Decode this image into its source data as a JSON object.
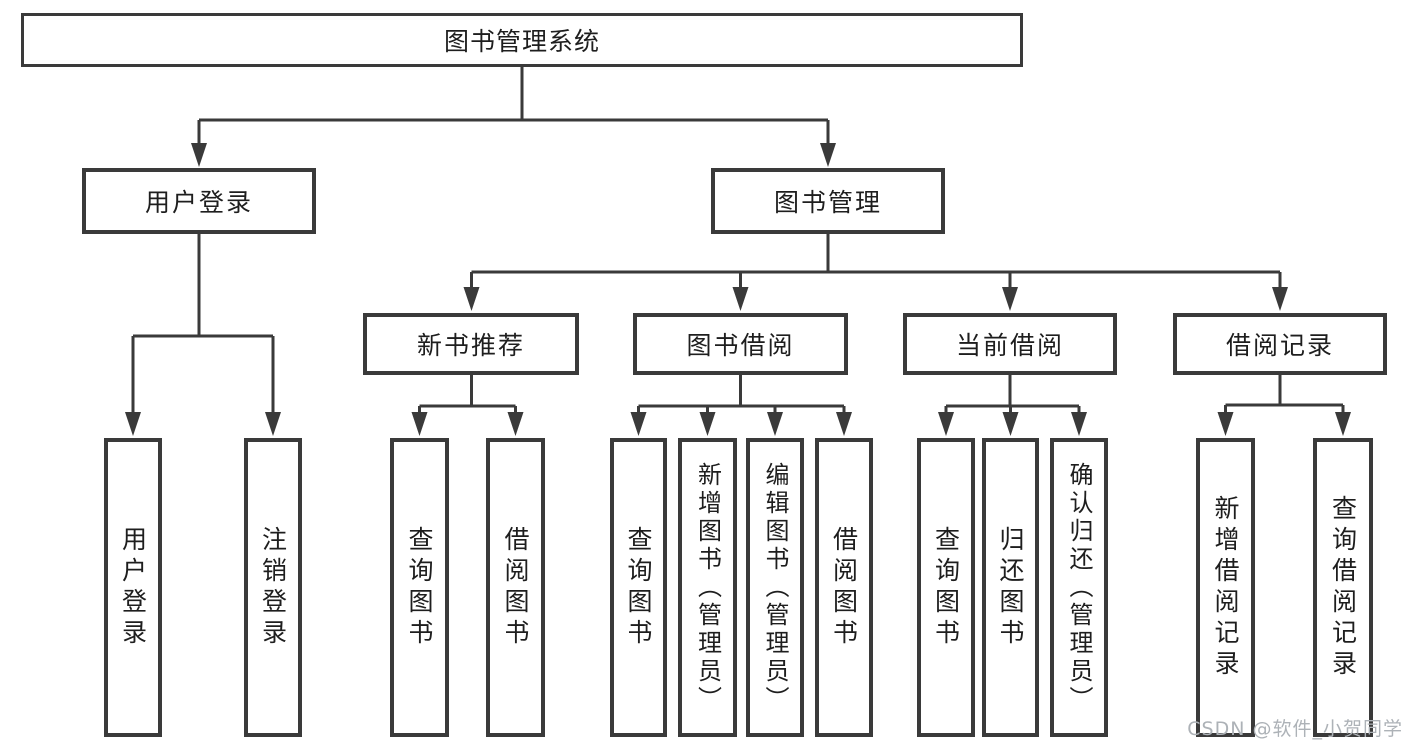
{
  "tree": {
    "root": "图书管理系统",
    "branches": [
      {
        "label": "用户登录",
        "children": [
          "用户登录",
          "注销登录"
        ]
      },
      {
        "label": "图书管理",
        "groups": [
          {
            "label": "新书推荐",
            "children": [
              "查询图书",
              "借阅图书"
            ]
          },
          {
            "label": "图书借阅",
            "children": [
              "查询图书",
              "新增图书（管理员）",
              "编辑图书（管理员）",
              "借阅图书"
            ]
          },
          {
            "label": "当前借阅",
            "children": [
              "查询图书",
              "归还图书",
              "确认归还（管理员）"
            ]
          },
          {
            "label": "借阅记录",
            "children": [
              "新增借阅记录",
              "查询借阅记录"
            ]
          }
        ]
      }
    ]
  },
  "watermark": {
    "text": "CSDN @软件_小贺同学"
  },
  "colors": {
    "line": "#3a3a3a",
    "box_border": "#3a3a3a",
    "text": "#1e1e1e",
    "watermark": "#adb2b7",
    "background": "#ffffff"
  }
}
